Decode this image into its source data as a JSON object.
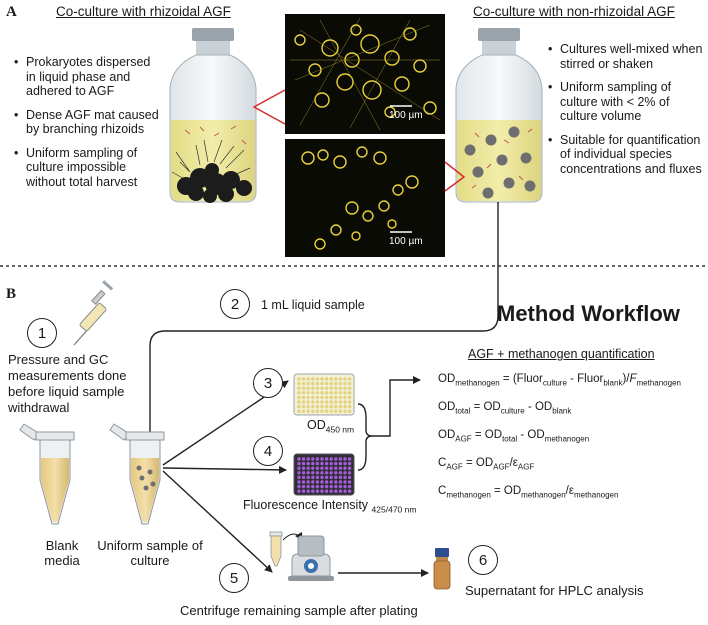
{
  "panel_a": {
    "letter": "A",
    "left_title": "Co-culture with rhizoidal AGF",
    "right_title": "Co-culture with non-rhizoidal AGF",
    "left_bullets": [
      "Prokaryotes dispersed in liquid phase and adhered to AGF",
      "Dense AGF mat caused by branching rhizoids",
      "Uniform sampling of culture impossible without total harvest"
    ],
    "right_bullets": [
      "Cultures well-mixed when stirred or shaken",
      "Uniform sampling of culture with < 2% of culture volume",
      "Suitable for quantification of individual species concentrations and fluxes"
    ],
    "scale_bar_top": "100 µm",
    "scale_bar_bottom": "100 µm"
  },
  "panel_b": {
    "letter": "B",
    "title": "Method Workflow",
    "step1": {
      "number": "1",
      "label": "Pressure and GC measurements done before liquid sample withdrawal"
    },
    "step2": {
      "number": "2",
      "label": "1 mL liquid sample"
    },
    "step3": {
      "number": "3",
      "label_main": "OD",
      "label_sub": "450 nm"
    },
    "step4": {
      "number": "4",
      "label_main": "Fluorescence Intensity ",
      "label_sub": "425/470 nm"
    },
    "step5": {
      "number": "5",
      "label": "Centrifuge remaining sample after plating"
    },
    "step6": {
      "number": "6",
      "label": "Supernatant for HPLC analysis"
    },
    "blank_label": "Blank media",
    "sample_label": "Uniform sample of culture",
    "quant_title": "AGF + methanogen quantification",
    "equations": {
      "eq1": {
        "a": "OD",
        "a_sub": "methanogen",
        "b": " = (Fluor",
        "b_sub": "culture",
        "c": " - Fluor",
        "c_sub": "blank",
        "d": ")/",
        "e": "F",
        "e_sub": "methanogen"
      },
      "eq2": {
        "a": "OD",
        "a_sub": "total",
        "b": " = OD",
        "b_sub": "culture",
        "c": " - OD",
        "c_sub": "blank"
      },
      "eq3": {
        "a": "OD",
        "a_sub": "AGF",
        "b": " = OD",
        "b_sub": "total",
        "c": " - OD",
        "c_sub": "methanogen"
      },
      "eq4": {
        "a": "C",
        "a_sub": "AGF",
        "b": " = OD",
        "b_sub": "AGF",
        "c": "/ε",
        "c_sub": "AGF"
      },
      "eq5": {
        "a": "C",
        "a_sub": "methanogen",
        "b": " = OD",
        "b_sub": "methanogen",
        "c": "/ε",
        "c_sub": "methanogen"
      }
    }
  },
  "colors": {
    "line_red": "#d62c2c",
    "microscopy_bg": "#0b0b06",
    "cell_yellow": "#e8d13a",
    "medium_yellow": "#ece79a",
    "arrow": "#222222"
  }
}
